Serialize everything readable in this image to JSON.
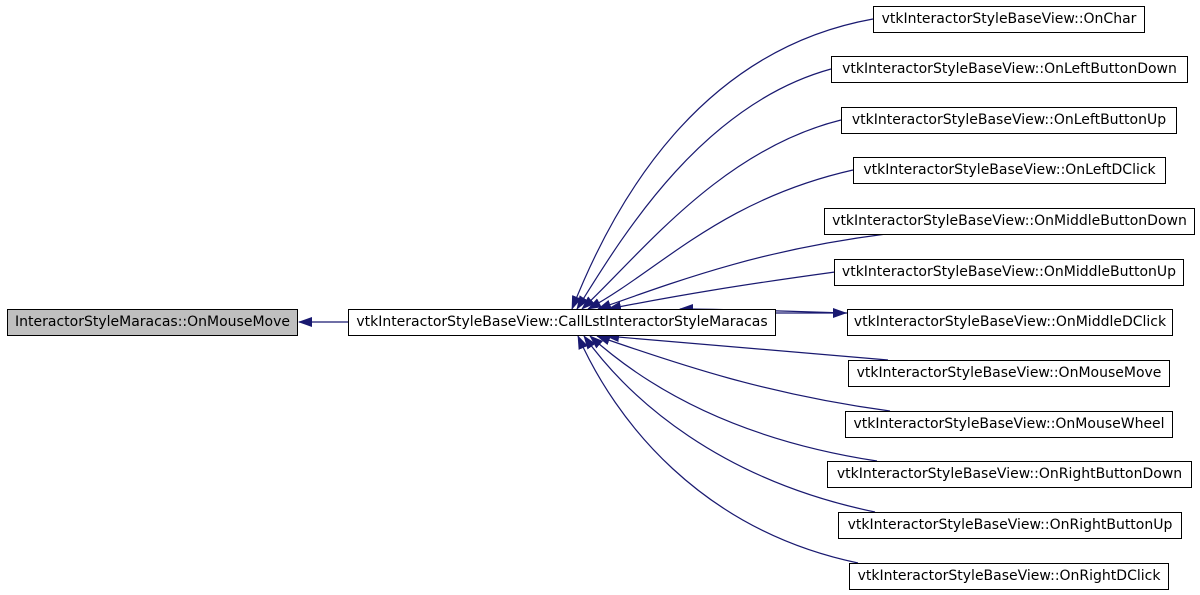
{
  "colors": {
    "edge": "#191970",
    "node_border": "#000000",
    "focus_fill": "#bfbfbf",
    "node_fill": "#ffffff"
  },
  "root": {
    "label": "InteractorStyleMaracas::OnMouseMove"
  },
  "hub": {
    "label": "vtkInteractorStyleBaseView::CallLstInteractorStyleMaracas"
  },
  "callers": [
    {
      "label": "vtkInteractorStyleBaseView::OnChar"
    },
    {
      "label": "vtkInteractorStyleBaseView::OnLeftButtonDown"
    },
    {
      "label": "vtkInteractorStyleBaseView::OnLeftButtonUp"
    },
    {
      "label": "vtkInteractorStyleBaseView::OnLeftDClick"
    },
    {
      "label": "vtkInteractorStyleBaseView::OnMiddleButtonDown"
    },
    {
      "label": "vtkInteractorStyleBaseView::OnMiddleButtonUp"
    },
    {
      "label": "vtkInteractorStyleBaseView::OnMiddleDClick"
    },
    {
      "label": "vtkInteractorStyleBaseView::OnMouseMove"
    },
    {
      "label": "vtkInteractorStyleBaseView::OnMouseWheel"
    },
    {
      "label": "vtkInteractorStyleBaseView::OnRightButtonDown"
    },
    {
      "label": "vtkInteractorStyleBaseView::OnRightButtonUp"
    },
    {
      "label": "vtkInteractorStyleBaseView::OnRightDClick"
    }
  ]
}
